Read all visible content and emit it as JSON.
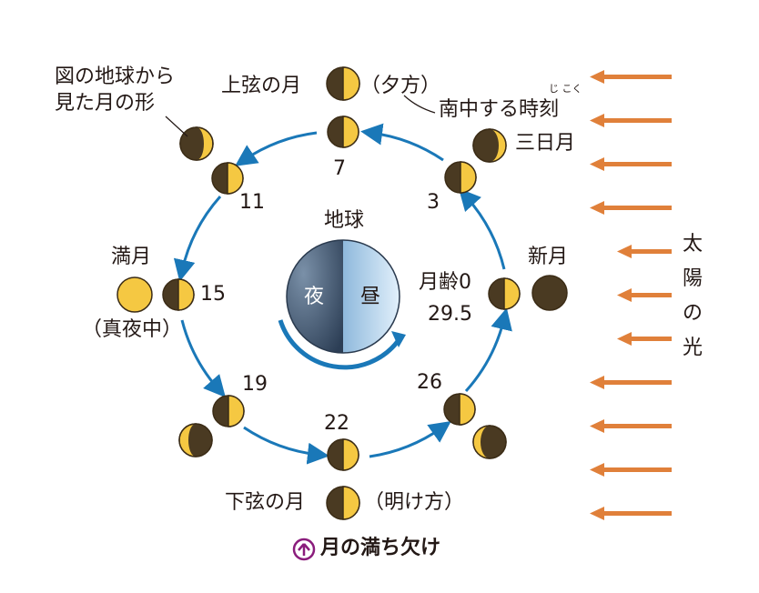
{
  "labels": {
    "view_from_earth": [
      "図の地球から",
      "見た月の形"
    ],
    "first_quarter": "上弦の月",
    "first_quarter_time": "（夕方）",
    "meridian_furigana": "じ こく",
    "meridian_transit": "南中する時刻",
    "crescent": "三日月",
    "earth": "地球",
    "night": "夜",
    "day": "昼",
    "full_moon": "満月",
    "full_moon_time": "（真夜中）",
    "moon_age": "月齢0",
    "moon_age_end": "29.5",
    "new_moon": "新月",
    "last_quarter": "下弦の月",
    "last_quarter_time": "（明け方）",
    "sunlight": [
      "太",
      "陽",
      "の",
      "光"
    ]
  },
  "ages": [
    "7",
    "3",
    "11",
    "15",
    "19",
    "22",
    "26"
  ],
  "caption": {
    "icon": "circled-up-arrow-icon",
    "text": "月の満ち欠け"
  },
  "colors": {
    "moon_yellow": "#f5c842",
    "moon_dark": "#4a3a22",
    "orbit_arrow": "#1a78b8",
    "sun_arrow": "#e0803a",
    "earth_night": "#3e5670",
    "earth_day": "#bcd8ee",
    "caption_icon": "#8a1c7c"
  }
}
